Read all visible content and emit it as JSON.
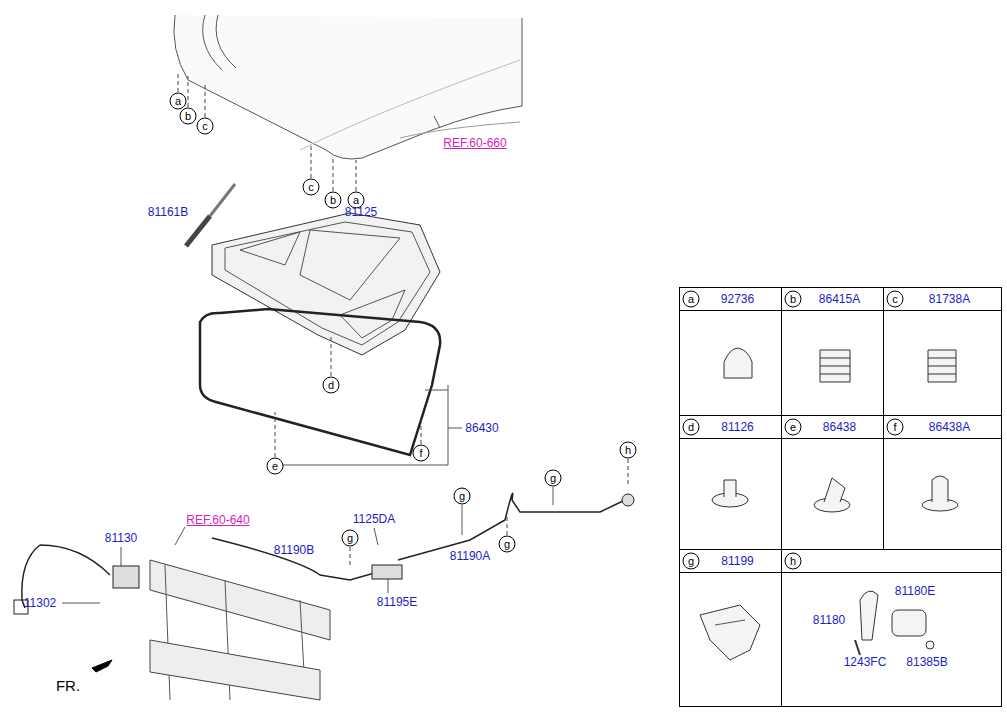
{
  "diagram": {
    "nodes": [
      {
        "text": [
          "a",
          "92736"
        ]
      },
      {
        "text": [
          "b",
          "86415A"
        ]
      },
      {
        "text": [
          "c",
          "81738A"
        ]
      },
      {
        "text": [
          "d",
          "81126"
        ]
      },
      {
        "text": [
          "e",
          "86438"
        ]
      },
      {
        "text": [
          "f",
          "86438A"
        ]
      },
      {
        "text": [
          "g",
          "81199"
        ]
      },
      {
        "text": [
          "h",
          "81180E",
          "81180",
          "1243FC",
          "81385B"
        ]
      }
    ],
    "labels": [
      "a",
      "b",
      "c",
      "REF.60-660",
      "c",
      "b",
      "a",
      "81161B",
      "81125",
      "d",
      "86430",
      "h",
      "e",
      "f",
      "g",
      "g",
      "REF.60-640",
      "1125DA",
      "81130",
      "g",
      "g",
      "81190B",
      "81190A",
      "81195E",
      "11302",
      "FR."
    ]
  }
}
